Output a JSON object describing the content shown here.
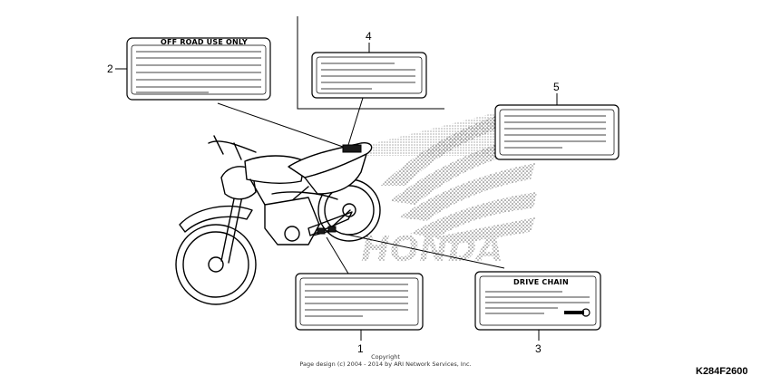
{
  "callouts": {
    "c1": "1",
    "c2": "2",
    "c3": "3",
    "c4": "4",
    "c5": "5"
  },
  "labels": {
    "off_road": "OFF ROAD  USE ONLY",
    "drive_chain": "DRIVE CHAIN"
  },
  "watermark": {
    "brand": "HONDA"
  },
  "footer": {
    "copyright_line1": "Copyright",
    "copyright_line2": "Page design (c) 2004 - 2014 by ARI Network Services, Inc.",
    "part_number": "K284F2600"
  }
}
